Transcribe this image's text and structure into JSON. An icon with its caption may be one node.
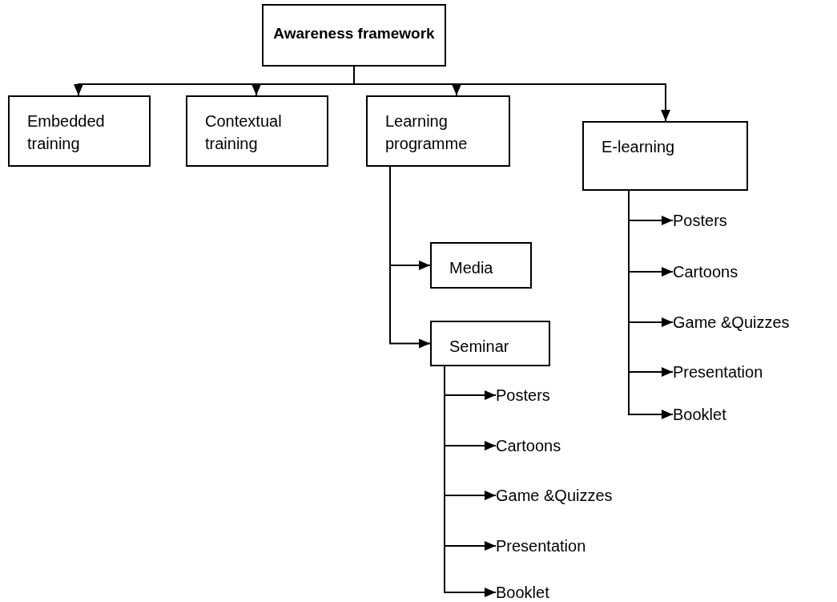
{
  "diagram": {
    "nodes": [
      {
        "text": [
          "Awareness framework"
        ]
      },
      {
        "text": [
          "Embedded training"
        ]
      },
      {
        "text": [
          "Contextual training"
        ]
      },
      {
        "text": [
          "Learning programme"
        ]
      },
      {
        "text": [
          "E-learning"
        ]
      },
      {
        "text": [
          "Media"
        ]
      },
      {
        "text": [
          "Seminar"
        ]
      },
      {
        "text": [
          "Posters"
        ]
      },
      {
        "text": [
          "Cartoons"
        ]
      },
      {
        "text": [
          "Game &Quizzes"
        ]
      },
      {
        "text": [
          "Presentation"
        ]
      },
      {
        "text": [
          "Booklet"
        ]
      },
      {
        "text": [
          "Posters"
        ]
      },
      {
        "text": [
          "Cartoons"
        ]
      },
      {
        "text": [
          "Game &Quizzes"
        ]
      },
      {
        "text": [
          "Presentation"
        ]
      },
      {
        "text": [
          "Booklet"
        ]
      }
    ],
    "edges": [
      {
        "from": 0,
        "to": 1,
        "arrow": "to"
      },
      {
        "from": 0,
        "to": 2,
        "arrow": "to"
      },
      {
        "from": 0,
        "to": 3,
        "arrow": "to"
      },
      {
        "from": 0,
        "to": 4,
        "arrow": "to"
      },
      {
        "from": 3,
        "to": 5,
        "arrow": "to"
      },
      {
        "from": 3,
        "to": 6,
        "arrow": "to"
      },
      {
        "from": 6,
        "to": 7,
        "arrow": "to"
      },
      {
        "from": 6,
        "to": 8,
        "arrow": "to"
      },
      {
        "from": 6,
        "to": 9,
        "arrow": "to"
      },
      {
        "from": 6,
        "to": 10,
        "arrow": "to"
      },
      {
        "from": 6,
        "to": 11,
        "arrow": "to"
      },
      {
        "from": 4,
        "to": 12,
        "arrow": "to"
      },
      {
        "from": 4,
        "to": 13,
        "arrow": "to"
      },
      {
        "from": 4,
        "to": 14,
        "arrow": "to"
      },
      {
        "from": 4,
        "to": 15,
        "arrow": "to"
      },
      {
        "from": 4,
        "to": 16,
        "arrow": "to"
      }
    ]
  }
}
